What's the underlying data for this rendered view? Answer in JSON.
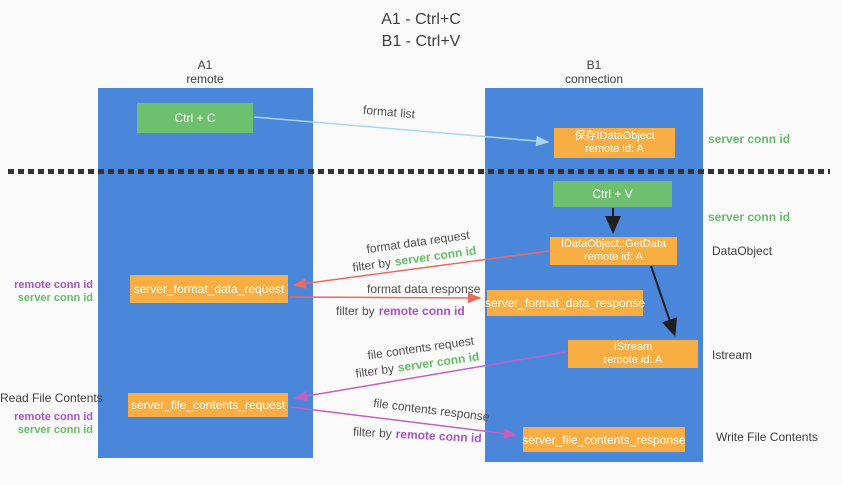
{
  "title": {
    "line1": "A1 - Ctrl+C",
    "line2": "B1 - Ctrl+V"
  },
  "lifelines": {
    "left": {
      "name": "A1",
      "role": "remote"
    },
    "right": {
      "name": "B1",
      "role": "connection"
    }
  },
  "nodes": {
    "ctrl_c": {
      "label": "Ctrl + C"
    },
    "save_idataobject": {
      "line1": "保存IDataObject",
      "line2": "remote id: A"
    },
    "ctrl_v": {
      "label": "Ctrl + V"
    },
    "getdata": {
      "line1": "IDataObject::GetData",
      "line2": "remote id: A"
    },
    "server_format_data_request": {
      "label": "server_format_data_request"
    },
    "server_format_data_response": {
      "label": "server_format_data_response"
    },
    "istream": {
      "line1": "IStream",
      "line2": "remote id: A"
    },
    "server_file_contents_request": {
      "label": "server_file_contents_request"
    },
    "server_file_contents_response": {
      "label": "server_file_contents_response"
    }
  },
  "flow_labels": {
    "format_list": "format list",
    "format_data_request": "format data request",
    "format_data_response": "format data response",
    "file_contents_request": "file contents request",
    "file_contents_response": "file contents response",
    "filter_by": "filter by",
    "server_conn_id": "server conn id",
    "remote_conn_id": "remote conn id"
  },
  "side_labels": {
    "left": {
      "remote_conn_id": "remote conn id",
      "server_conn_id": "server conn id",
      "read_file_contents": "Read File Contents",
      "remote_conn_id_2": "remote conn id",
      "server_conn_id_2": "server conn id"
    },
    "right": {
      "server_conn_id_1": "server conn id",
      "server_conn_id_2": "server conn id",
      "dataobject": "DataObject",
      "istream": "Istream",
      "write_file_contents": "Write File Contents"
    }
  },
  "colors": {
    "lifeline_blue": "#4a86d9",
    "action_green": "#6ebf70",
    "message_orange": "#f9ae43",
    "request_arrow_red": "#e96a5f",
    "contents_arrow_magenta": "#c55fc0",
    "format_list_arrow_blue": "#a9d6f2",
    "black_arrow": "#1f1f1f",
    "server_conn_id_green": "#65bd66",
    "remote_conn_id_purple": "#a653c6"
  }
}
